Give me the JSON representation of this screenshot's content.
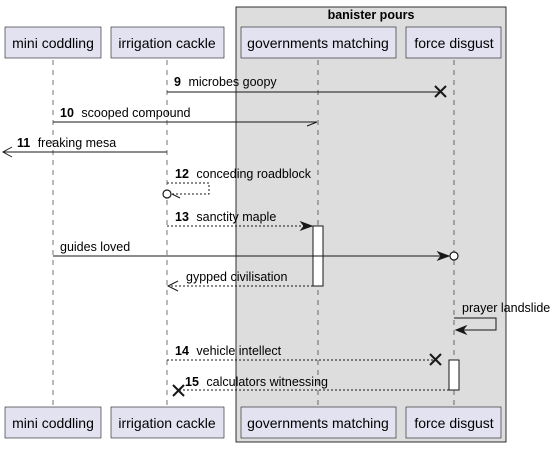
{
  "group": {
    "title": "banister pours"
  },
  "participants": [
    {
      "id": "p1",
      "label": "mini coddling"
    },
    {
      "id": "p2",
      "label": "irrigation cackle"
    },
    {
      "id": "p3",
      "label": "governments matching"
    },
    {
      "id": "p4",
      "label": "force disgust"
    }
  ],
  "messages": [
    {
      "num": "9",
      "text": "microbes goopy"
    },
    {
      "num": "10",
      "text": "scooped compound"
    },
    {
      "num": "11",
      "text": "freaking mesa"
    },
    {
      "num": "12",
      "text": "conceding roadblock"
    },
    {
      "num": "13",
      "text": "sanctity maple"
    },
    {
      "num": "",
      "text": "guides loved"
    },
    {
      "num": "",
      "text": "gypped civilisation"
    },
    {
      "num": "",
      "text": "prayer landslide"
    },
    {
      "num": "14",
      "text": "vehicle intellect"
    },
    {
      "num": "15",
      "text": "calculators witnessing"
    }
  ]
}
